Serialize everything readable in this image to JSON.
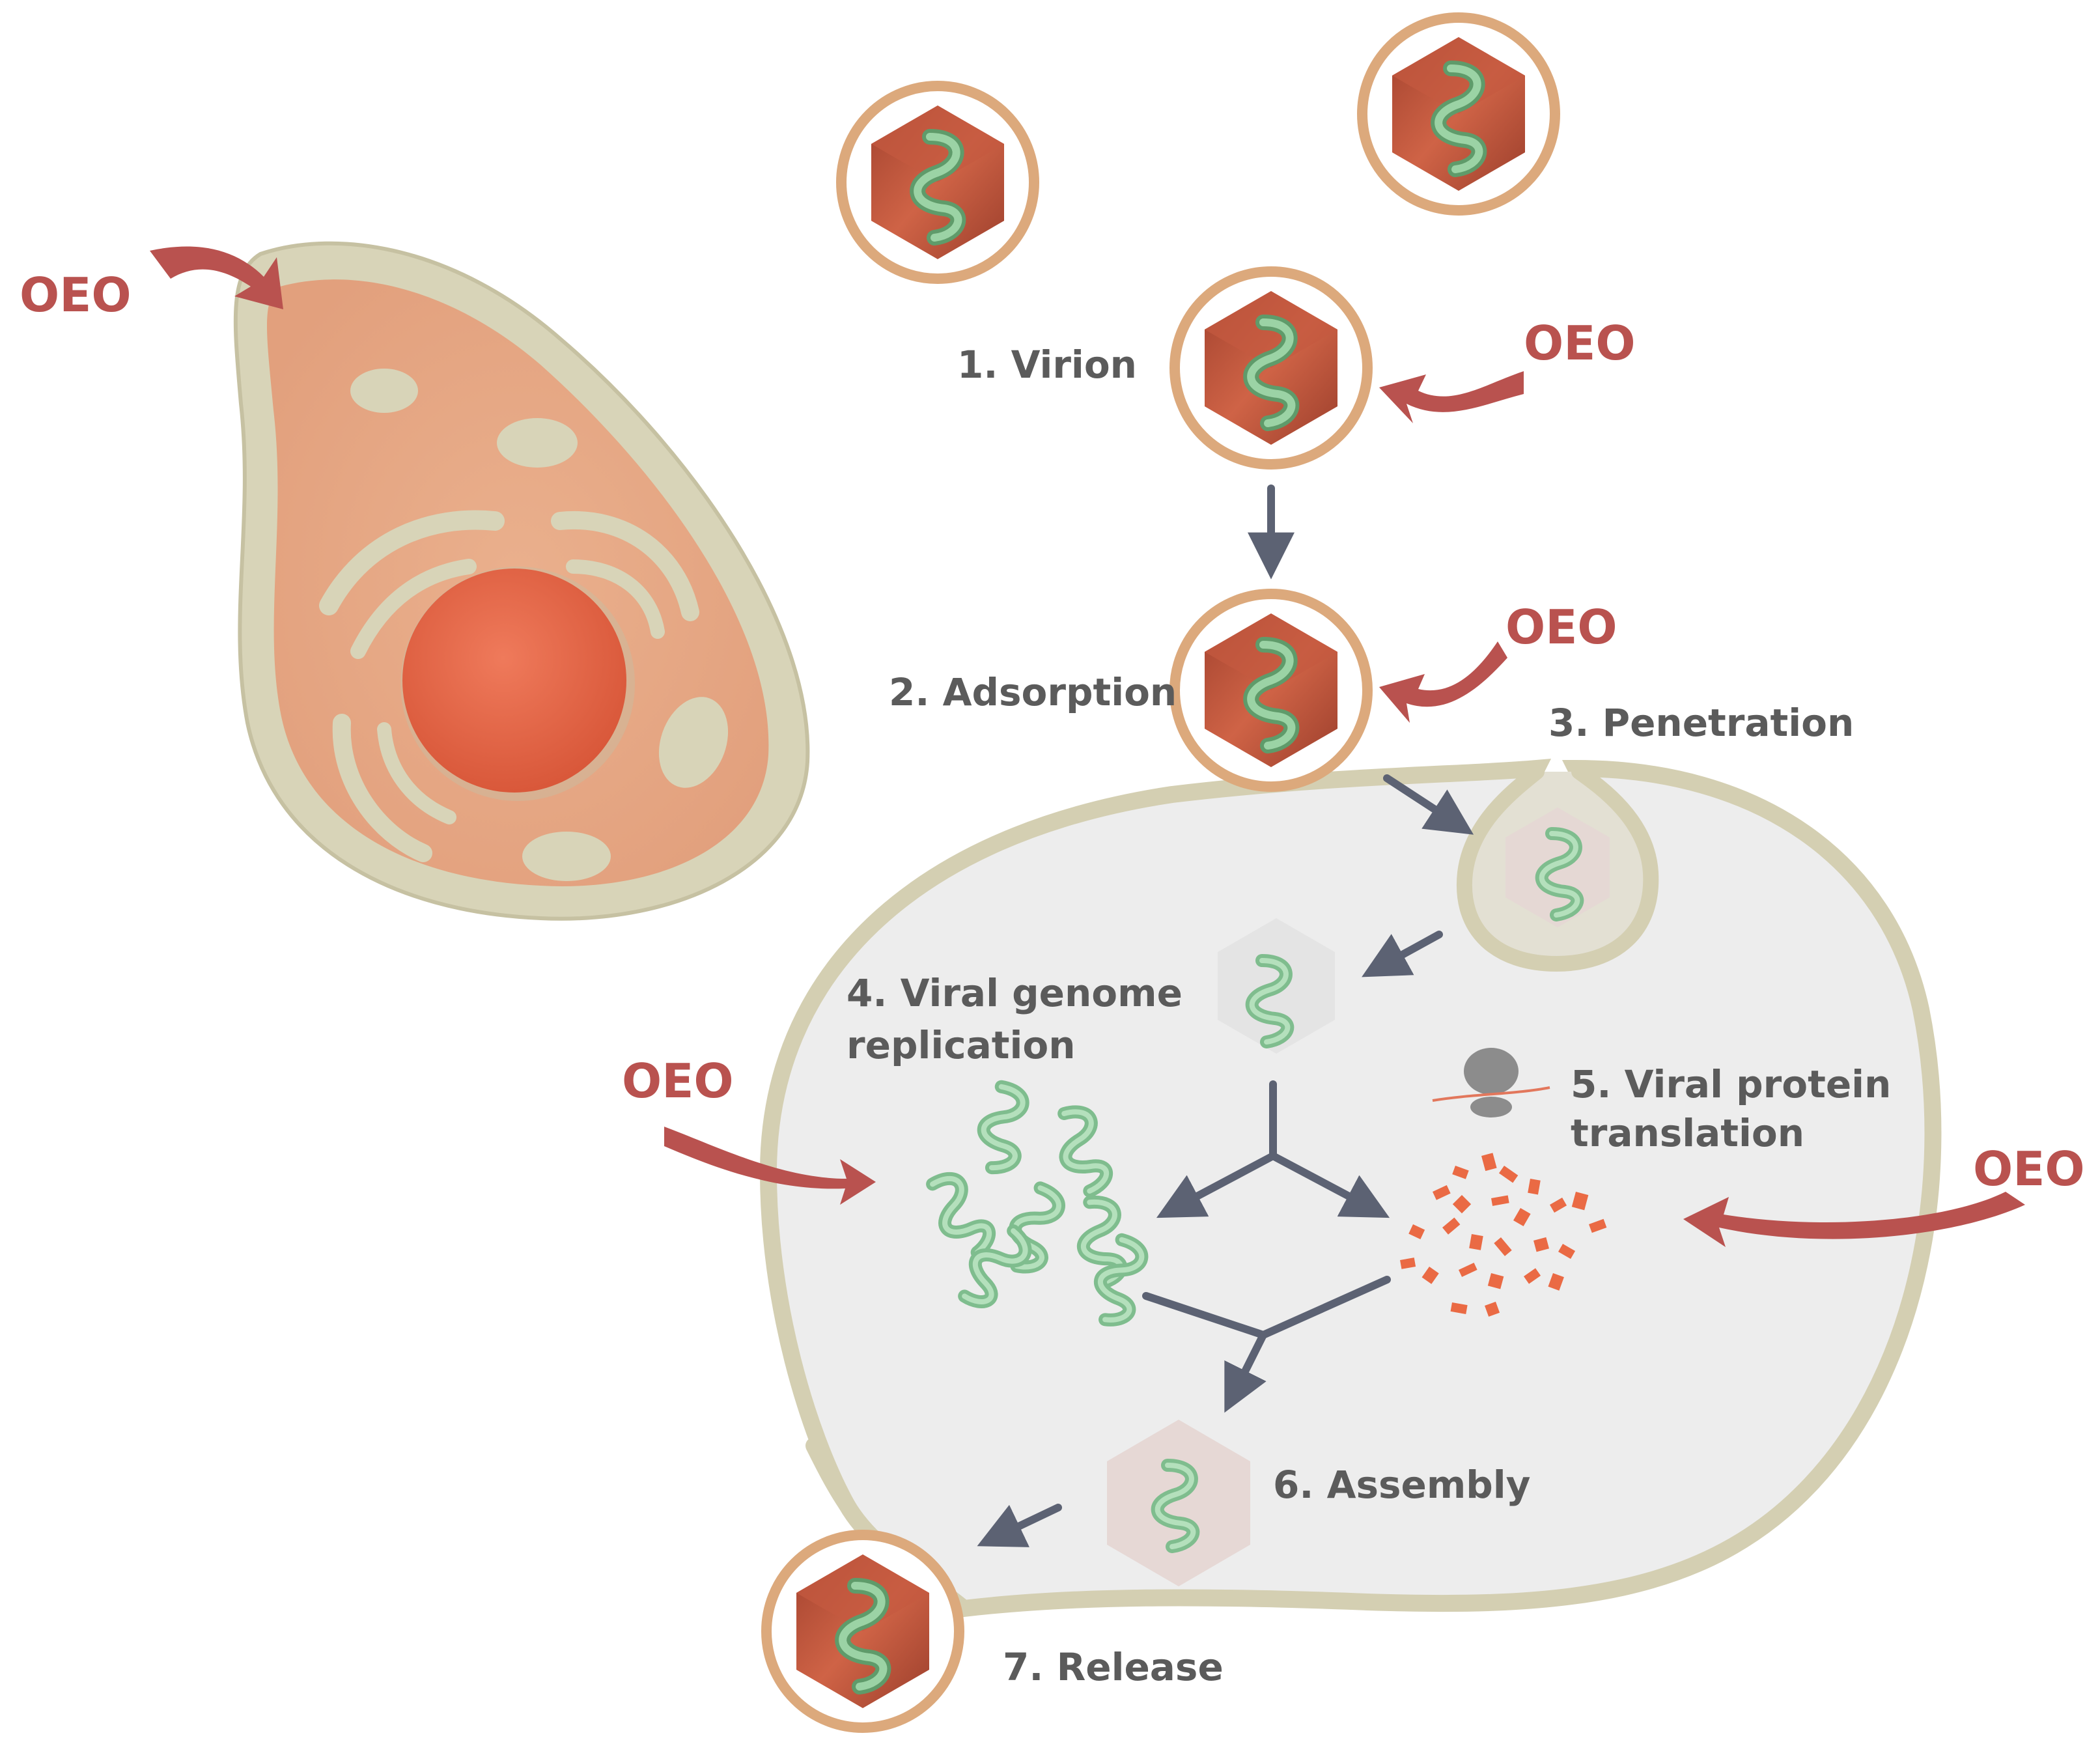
{
  "oeo_label": "OEO",
  "steps": {
    "virion": "1. Virion",
    "adsorption": "2. Adsorption",
    "penetration": "3. Penetration",
    "replication_line1": "4. Viral genome",
    "replication_line2": "replication",
    "translation_line1": "5. Viral protein",
    "translation_line2": "translation",
    "assembly": "6. Assembly",
    "release": "7. Release"
  },
  "colors": {
    "oeo_red": "#b9524f",
    "label_gray": "#5b5b5b",
    "arrow_slate": "#5c6273",
    "membrane": "#d9d6bf",
    "cytoplasm": "#e6a984",
    "nucleus": "#e06344",
    "capsid": "#b9533d",
    "capsid_ring": "#dca97c",
    "genome": "#8fc79d",
    "protein": "#ea6a44",
    "host_interior": "#ececec"
  },
  "icons": [
    "virion-icon",
    "genome-strand-icon",
    "ribosome-icon",
    "protein-fragments-icon",
    "curved-arrow-icon"
  ]
}
